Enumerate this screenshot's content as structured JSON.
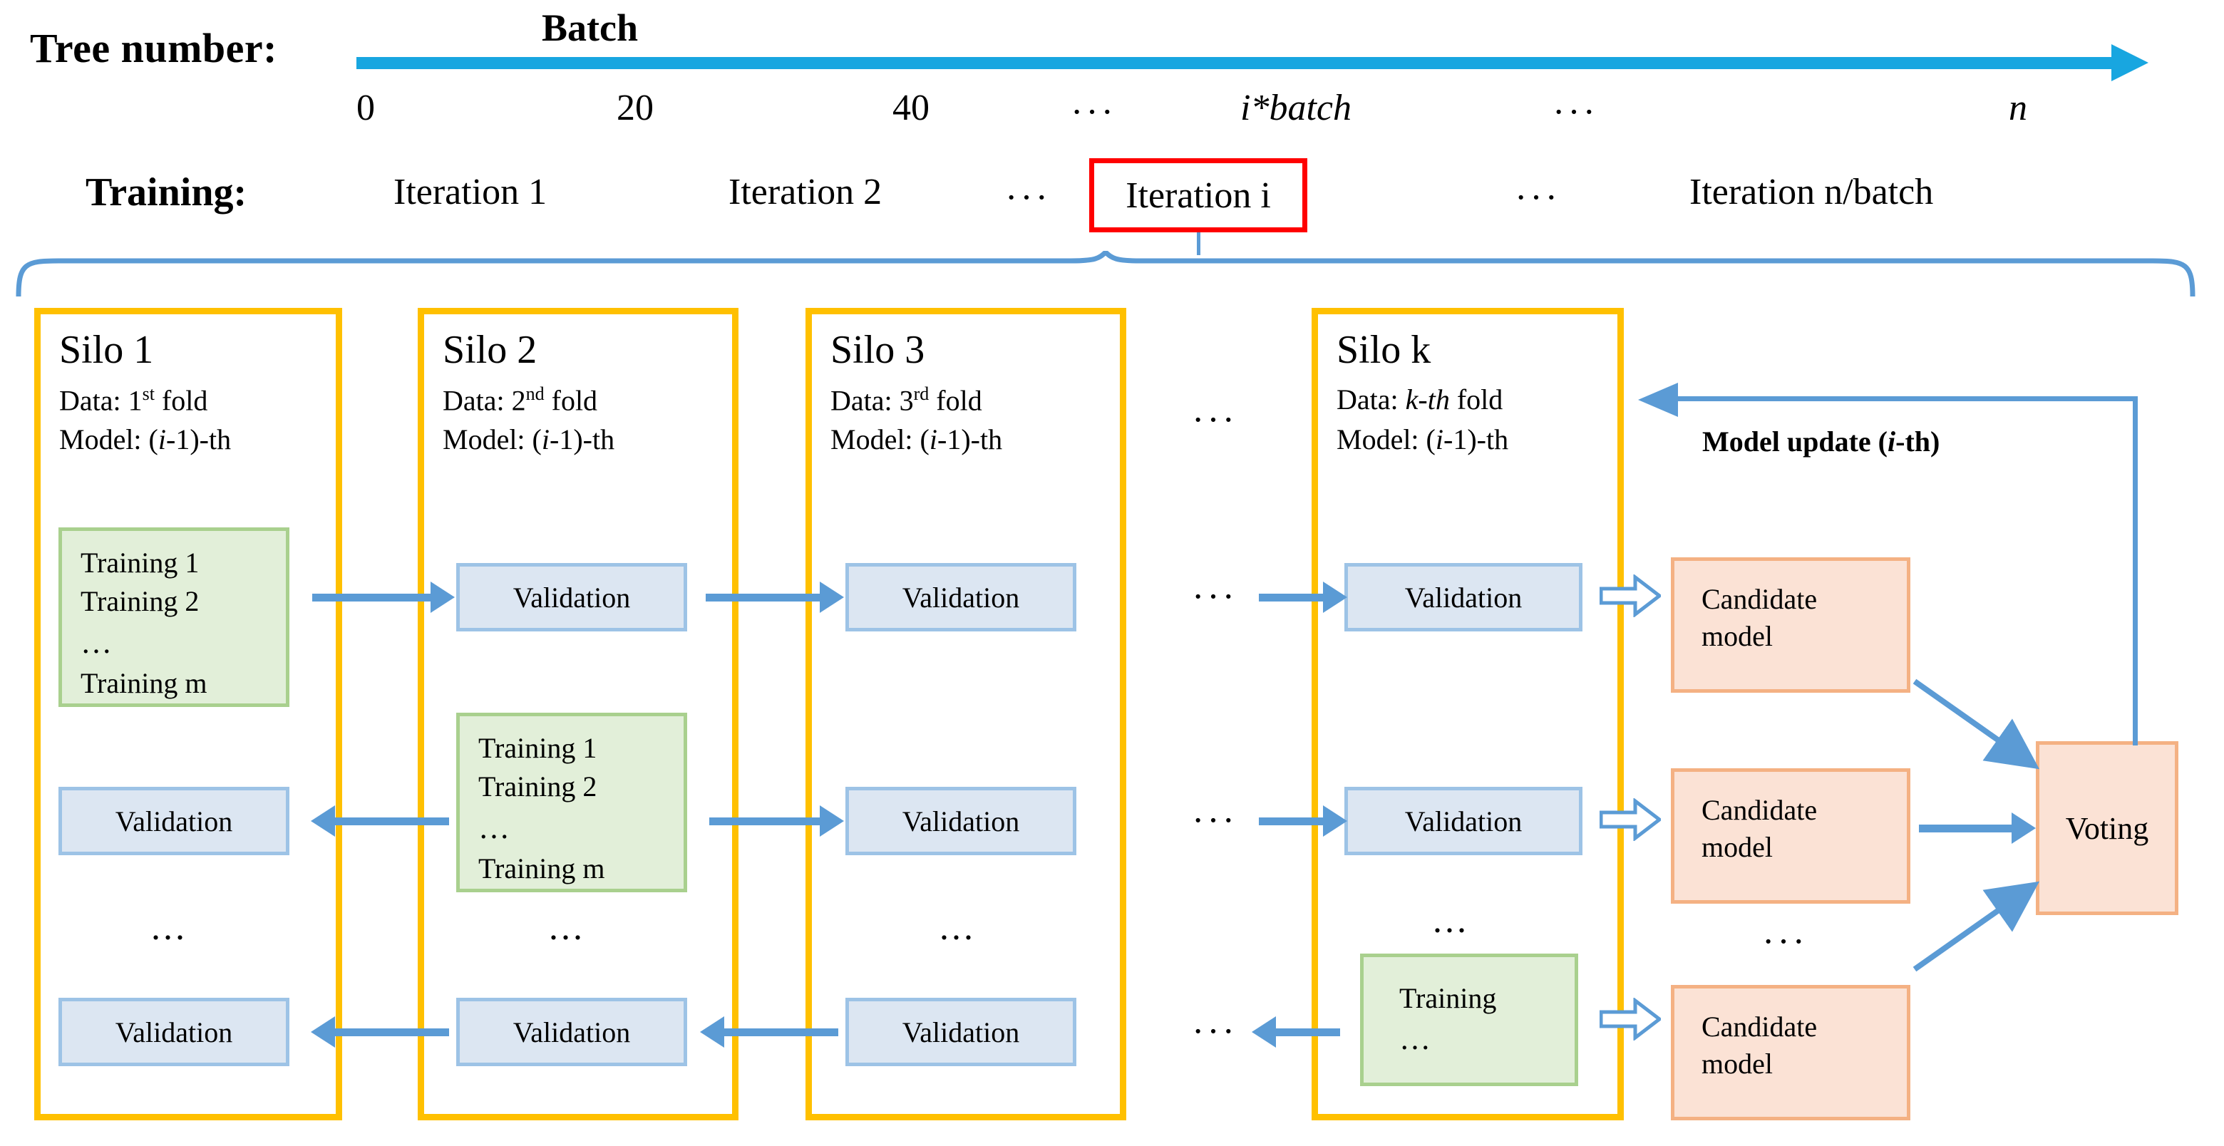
{
  "header": {
    "tree_number_label": "Tree number:",
    "batch_label": "Batch",
    "training_label": "Training:"
  },
  "axis": {
    "color": "#18a6e0",
    "ticks": [
      "0",
      "20",
      "40",
      "···",
      "i*batch",
      "···",
      "n"
    ]
  },
  "iterations": [
    {
      "label": "Iteration 1",
      "highlight": false
    },
    {
      "label": "Iteration 2",
      "highlight": false
    },
    {
      "label": "···",
      "highlight": false
    },
    {
      "label": "Iteration i",
      "highlight": true
    },
    {
      "label": "···",
      "highlight": false
    },
    {
      "label": "Iteration n/batch",
      "highlight": false
    }
  ],
  "highlight_color": "#ff0000",
  "silos": [
    {
      "title": "Silo 1",
      "data_prefix": "Data: 1",
      "data_sup": "st",
      "data_suffix": " fold",
      "model_line": "Model: (i-1)-th",
      "rows": [
        {
          "type": "training",
          "lines": [
            "Training 1",
            "Training 2",
            "…",
            "Training m"
          ]
        },
        {
          "type": "validation",
          "label": "Validation"
        },
        {
          "type": "ellipsis",
          "label": "..."
        },
        {
          "type": "validation",
          "label": "Validation"
        }
      ]
    },
    {
      "title": "Silo 2",
      "data_prefix": "Data: 2",
      "data_sup": "nd",
      "data_suffix": " fold",
      "model_line": "Model: (i-1)-th",
      "rows": [
        {
          "type": "validation",
          "label": "Validation"
        },
        {
          "type": "training",
          "lines": [
            "Training 1",
            "Training 2",
            "…",
            "Training m"
          ]
        },
        {
          "type": "ellipsis",
          "label": "..."
        },
        {
          "type": "validation",
          "label": "Validation"
        }
      ]
    },
    {
      "title": "Silo 3",
      "data_prefix": "Data: 3",
      "data_sup": "rd",
      "data_suffix": " fold",
      "model_line": "Model: (i-1)-th",
      "rows": [
        {
          "type": "validation",
          "label": "Validation"
        },
        {
          "type": "validation",
          "label": "Validation"
        },
        {
          "type": "ellipsis",
          "label": "..."
        },
        {
          "type": "validation",
          "label": "Validation"
        }
      ]
    },
    {
      "title": "Silo k",
      "data_prefix": "Data: ",
      "data_sup": "",
      "data_suffix": "k-th fold",
      "model_line": "Model: (i-1)-th",
      "rows": [
        {
          "type": "validation",
          "label": "Validation"
        },
        {
          "type": "validation",
          "label": "Validation"
        },
        {
          "type": "ellipsis",
          "label": "..."
        },
        {
          "type": "training",
          "lines": [
            "Training",
            "…"
          ]
        }
      ]
    }
  ],
  "silo_gap_dots": [
    "···",
    "···",
    "···",
    "···"
  ],
  "candidates": [
    {
      "line1": "Candidate",
      "line2": "model"
    },
    {
      "line1": "Candidate",
      "line2": "model"
    },
    {
      "line1": "Candidate",
      "line2": "model"
    }
  ],
  "candidate_gap_dots": "···",
  "voting": {
    "label": "Voting"
  },
  "model_update": {
    "label": "Model update (i-th)"
  },
  "colors": {
    "silo_border": "#FFC000",
    "training_fill": "#e2efd9",
    "training_border": "#a9d08e",
    "validation_fill": "#dce6f2",
    "validation_border": "#9dc3e6",
    "candidate_fill": "#fbe2d5",
    "candidate_border": "#f4b183",
    "arrow": "#5b9bd5",
    "axis": "#18a6e0"
  }
}
